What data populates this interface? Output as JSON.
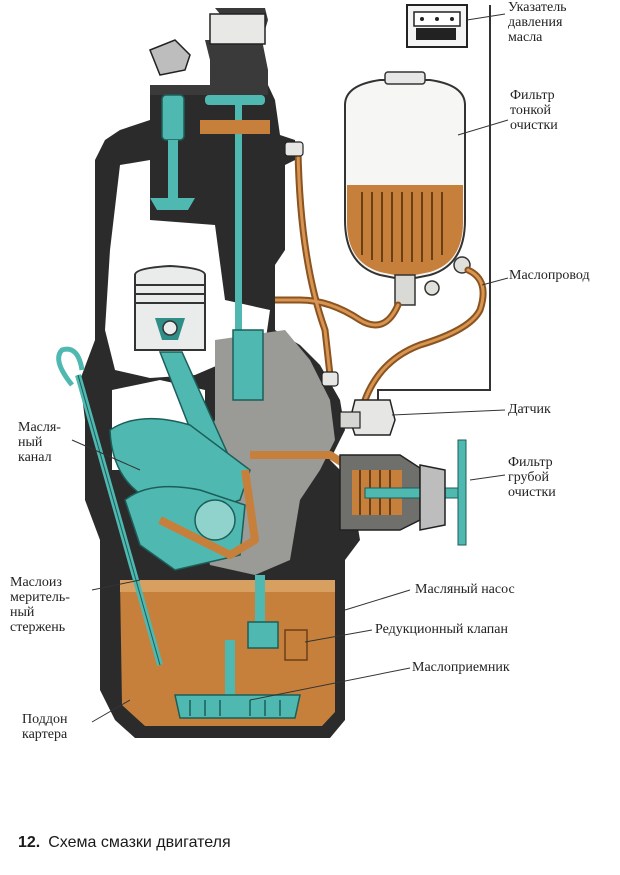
{
  "labels": {
    "pressure_gauge": "Указатель\nдавления\nмасла",
    "fine_filter": "Фильтр\nтонкой\nочистки",
    "oil_line": "Маслопровод",
    "sensor": "Датчик",
    "coarse_filter": "Фильтр\nгрубой\nочистки",
    "oil_pump": "Масляный насос",
    "relief_valve": "Редукционный клапан",
    "oil_intake": "Маслоприемник",
    "oil_channel": "Масля-\nный\nканал",
    "dipstick": "Маслоиз\nмеритель-\nный\nстержень",
    "sump": "Поддон\nкартера"
  },
  "caption": {
    "number": "12.",
    "text": "Схема смазки двигателя"
  },
  "colors": {
    "casing": "#2b2b2b",
    "cavity": "#ffffff",
    "teal": "#4fb8b0",
    "teal_dark": "#2f8f88",
    "oil": "#c6803c",
    "oil_dark": "#8a5320",
    "gray": "#9a9a96",
    "gray_dark": "#6f6f6b"
  }
}
